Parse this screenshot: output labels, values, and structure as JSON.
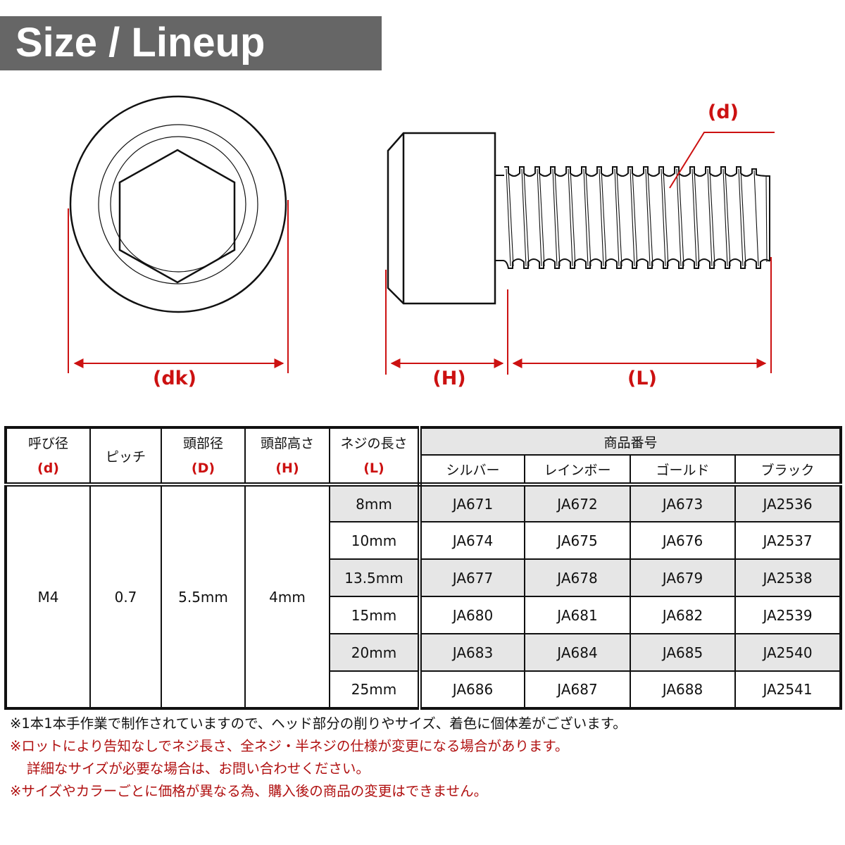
{
  "banner": {
    "title": "Size / Lineup"
  },
  "diagram": {
    "labels": {
      "dk": "(dk)",
      "H": "(H)",
      "L": "(L)",
      "d": "(d)"
    },
    "colors": {
      "dimension_red": "#cc1111",
      "outline": "#111111",
      "banner_gray": "#666666",
      "row_shade": "#e6e6e6"
    }
  },
  "table": {
    "headers": {
      "nominal": {
        "jp": "呼び径",
        "code": "(d)"
      },
      "pitch": {
        "jp": "ピッチ"
      },
      "head_dia": {
        "jp": "頭部径",
        "code": "(D)"
      },
      "head_height": {
        "jp": "頭部高さ",
        "code": "(H)"
      },
      "length": {
        "jp": "ネジの長さ",
        "code": "(L)"
      },
      "product_no": {
        "jp": "商品番号"
      },
      "colors": [
        "シルバー",
        "レインボー",
        "ゴールド",
        "ブラック"
      ]
    },
    "common": {
      "nominal": "M4",
      "pitch": "0.7",
      "head_dia": "5.5mm",
      "head_height": "4mm"
    },
    "rows": [
      {
        "length": "8mm",
        "codes": [
          "JA671",
          "JA672",
          "JA673",
          "JA2536"
        ]
      },
      {
        "length": "10mm",
        "codes": [
          "JA674",
          "JA675",
          "JA676",
          "JA2537"
        ]
      },
      {
        "length": "13.5mm",
        "codes": [
          "JA677",
          "JA678",
          "JA679",
          "JA2538"
        ]
      },
      {
        "length": "15mm",
        "codes": [
          "JA680",
          "JA681",
          "JA682",
          "JA2539"
        ]
      },
      {
        "length": "20mm",
        "codes": [
          "JA683",
          "JA684",
          "JA685",
          "JA2540"
        ]
      },
      {
        "length": "25mm",
        "codes": [
          "JA686",
          "JA687",
          "JA688",
          "JA2541"
        ]
      }
    ]
  },
  "notes": [
    {
      "text": "※1本1本手作業で制作されていますので、ヘッド部分の削りやサイズ、着色に個体差がございます。",
      "color": "black"
    },
    {
      "text": "※ロットにより告知なしでネジ長さ、全ネジ・半ネジの仕様が変更になる場合があります。",
      "color": "red"
    },
    {
      "text": "詳細なサイズが必要な場合は、お問い合わせください。",
      "color": "red"
    },
    {
      "text": "※サイズやカラーごとに価格が異なる為、購入後の商品の変更はできません。",
      "color": "red"
    }
  ]
}
